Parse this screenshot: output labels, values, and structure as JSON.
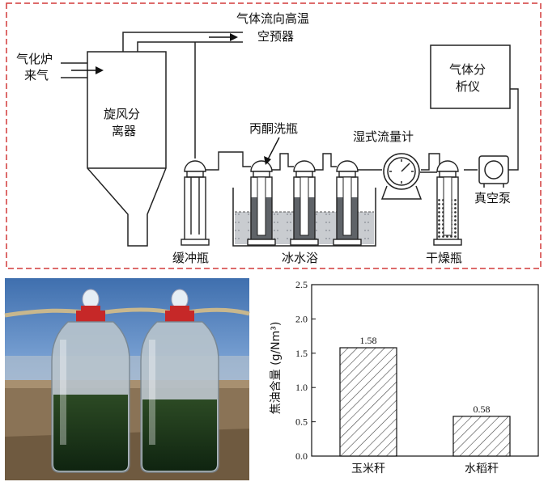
{
  "diagram": {
    "labels": {
      "gasifier_line1": "气化炉",
      "gasifier_line2": "来气",
      "gas_to_line1": "气体流向高温",
      "gas_to_line2": "空预器",
      "cyclone_line1": "旋风分",
      "cyclone_line2": "离器",
      "acetone_bottle": "丙酮洗瓶",
      "wet_flow_meter": "湿式流量计",
      "gas_analyzer_line1": "气体分",
      "gas_analyzer_line2": "析仪",
      "buffer_bottle": "缓冲瓶",
      "ice_bath": "冰水浴",
      "drying_bottle": "干燥瓶",
      "vacuum_pump": "真空泵"
    },
    "colors": {
      "border": "#d23a3a",
      "line": "#222222",
      "water": "#9aa0a6"
    }
  },
  "chart_data": {
    "type": "bar",
    "categories": [
      "玉米秆",
      "水稻秆"
    ],
    "values": [
      1.58,
      0.58
    ],
    "data_labels": [
      "1.58",
      "0.58"
    ],
    "ylabel": "焦油含量 (g/Nm³)",
    "ylim": [
      0,
      2.5
    ],
    "yticks": [
      "0.0",
      "0.5",
      "1.0",
      "1.5",
      "2.0",
      "2.5"
    ],
    "bar_pattern": "diagonal-hatch",
    "grid": false
  }
}
